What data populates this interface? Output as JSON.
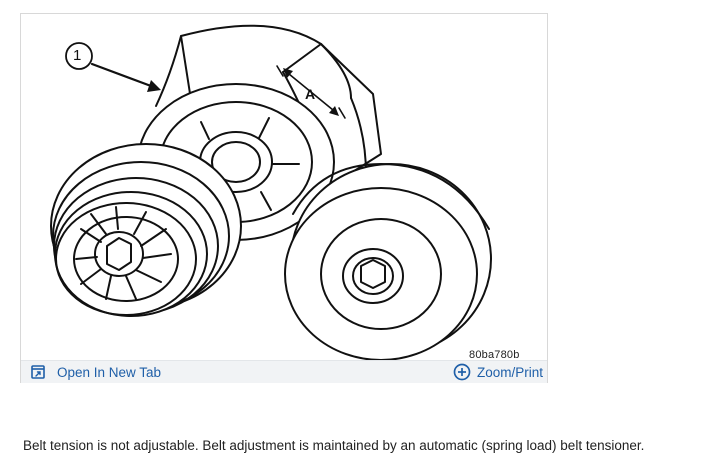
{
  "figure": {
    "callout_number": "1",
    "dimension_label": "A",
    "code": "80ba780b"
  },
  "toolbar": {
    "open_label": "Open In New Tab",
    "zoom_label": "Zoom/Print",
    "open_icon": "open-in-new-tab-icon",
    "zoom_icon": "zoom-plus-icon",
    "accent_color": "#1f5fa8"
  },
  "caption": {
    "text": "Belt tension is not adjustable. Belt adjustment is maintained by an automatic (spring load) belt tensioner."
  }
}
